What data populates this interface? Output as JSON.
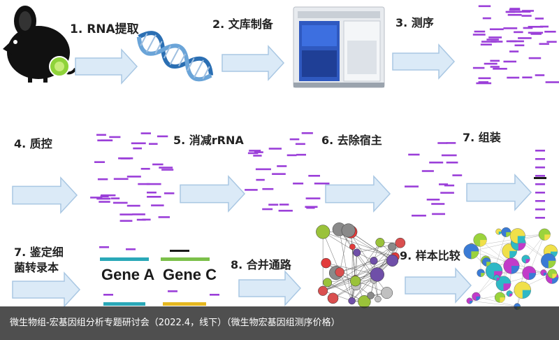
{
  "steps": {
    "s1": "1. RNA提取",
    "s2": "2. 文库制备",
    "s3": "3. 测序",
    "s4": "4. 质控",
    "s5": "5. 消减rRNA",
    "s6": "6. 去除宿主",
    "s7a": "7. 组装",
    "s7b_line1": "7. 鉴定细",
    "s7b_line2": "菌转录本",
    "s8": "8. 合并通路",
    "s9": "9. 样本比较"
  },
  "genes": {
    "a": "Gene A",
    "c": "Gene C"
  },
  "caption": "微生物组-宏基因组分析专题研讨会（2022.4，线下）（微生物宏基因组测序价格）",
  "colors": {
    "arrow_fill": "#dbeaf7",
    "arrow_stroke": "#a9c7e3",
    "read_purple": "#9b3fd9",
    "gene_teal": "#2aa8b8",
    "gene_green": "#7cc04a",
    "gene_gold": "#e6b820",
    "caption_bg": "#333333"
  },
  "icons": [
    "mouse-icon",
    "dna-helix-icon",
    "sequencer-machine-icon",
    "network-graph-icon",
    "pie-network-icon"
  ]
}
